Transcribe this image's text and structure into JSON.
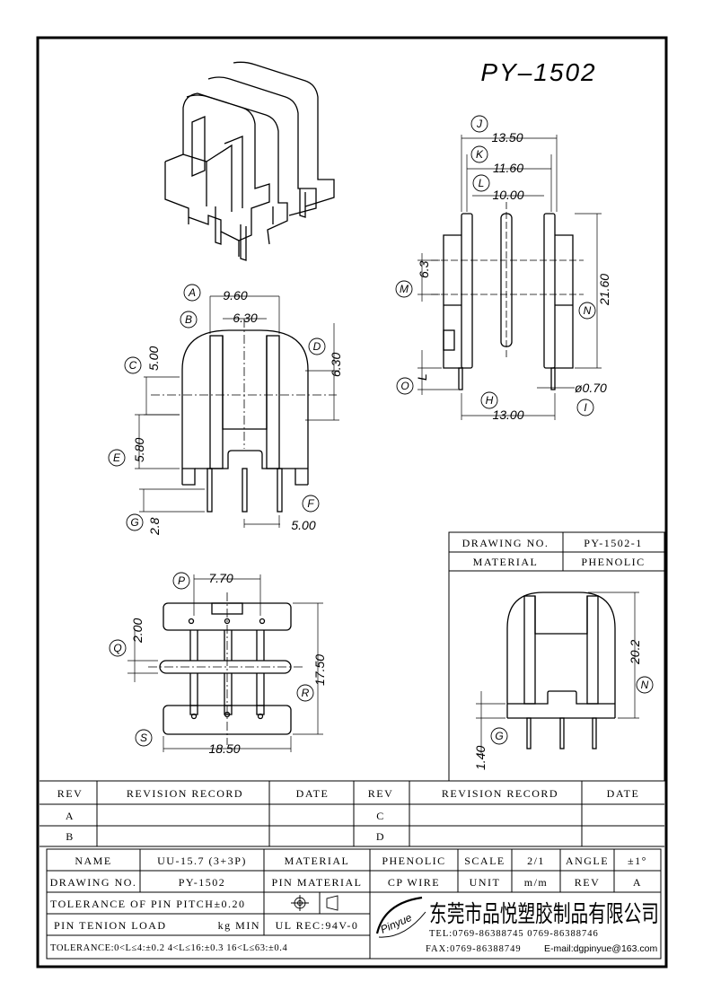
{
  "title": "PY–1502",
  "dims": {
    "j": "J",
    "j_val": "13.50",
    "k": "K",
    "k_val": "11.60",
    "l": "L",
    "l_val": "10.00",
    "m": "M",
    "m_val": "6.3",
    "n": "N",
    "n_val": "21.60",
    "o": "O",
    "o_val": "L",
    "h": "H",
    "h_val": "13.00",
    "i": "I",
    "i_val": "ø0.70",
    "a": "A",
    "a_val": "9.60",
    "b": "B",
    "b_val": "6.30",
    "c": "C",
    "c_val": "5.00",
    "d": "D",
    "d_val": "6.30",
    "e": "E",
    "e_val": "5.80",
    "g": "G",
    "g_val": "2.8",
    "f": "F",
    "f_val": "5.00",
    "p": "P",
    "p_val": "7.70",
    "q": "Q",
    "q_val": "2.00",
    "r": "R",
    "r_val": "17.50",
    "s": "S",
    "s_val": "18.50",
    "n2": "N",
    "n2_val": "20.2",
    "g2": "G",
    "g2_val": "1.40"
  },
  "drawing_box": {
    "drawing_no_label": "DRAWING NO.",
    "drawing_no_value": "PY-1502-1",
    "material_label": "MATERIAL",
    "material_value": "PHENOLIC"
  },
  "revision": {
    "headers": [
      "REV",
      "REVISION RECORD",
      "DATE",
      "REV",
      "REVISION RECORD",
      "DATE"
    ],
    "rows": [
      [
        "A",
        "",
        "",
        "C",
        "",
        ""
      ],
      [
        "B",
        "",
        "",
        "D",
        "",
        ""
      ]
    ]
  },
  "titleblock": {
    "name_label": "NAME",
    "name_value": "UU-15.7 (3+3P)",
    "material_label": "MATERIAL",
    "material_value": "PHENOLIC",
    "scale_label": "SCALE",
    "scale_value": "2/1",
    "angle_label": "ANGLE",
    "angle_value": "±1°",
    "drawing_no_label": "DRAWING NO.",
    "drawing_no_value": "PY-1502",
    "pin_material_label": "PIN MATERIAL",
    "pin_material_value": "CP WIRE",
    "unit_label": "UNIT",
    "unit_value": "m/m",
    "rev_label": "REV",
    "rev_value": "A",
    "tolerance_pitch": "TOLERANCE OF PIN PITCH±0.20",
    "pin_tension": "PIN TENION LOAD",
    "pin_tension_unit": "kg MIN",
    "ul_rec": "UL REC:94V-0",
    "tolerance_line": "TOLERANCE:0<L≤4:±0.2  4<L≤16:±0.3  16<L≤63:±0.4",
    "company": "东莞市品悦塑胶制品有限公司",
    "logo": "Pinyue",
    "tel": "TEL:0769-86388745    0769-86388746",
    "fax": "FAX:0769-86388749",
    "email": "E-mail:dgpinyue@163.com"
  }
}
